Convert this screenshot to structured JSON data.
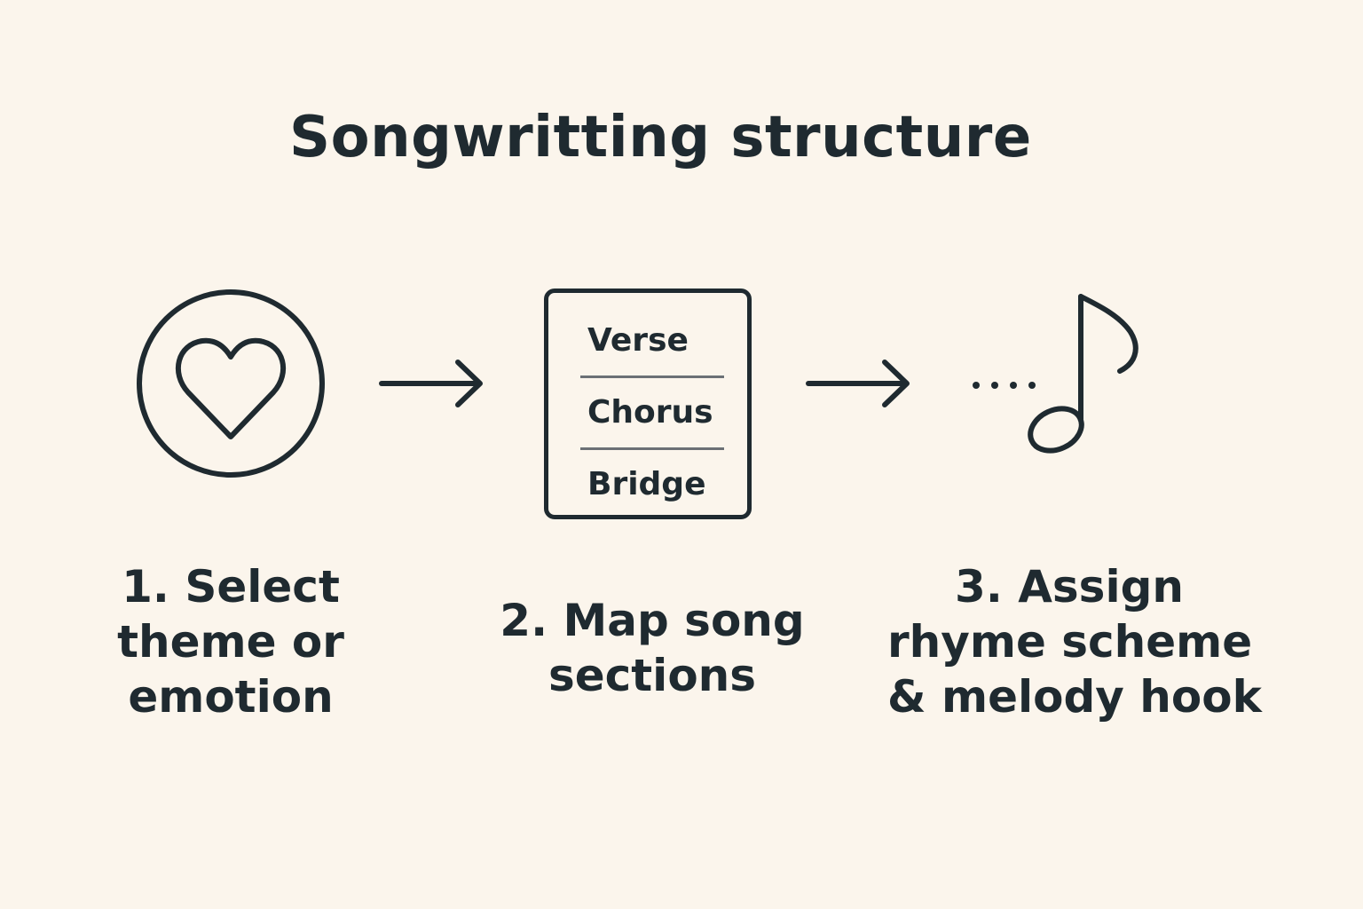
{
  "diagram": {
    "title": "Songwritting structure",
    "steps": [
      {
        "icon": "heart-icon",
        "label_lines": [
          "1. Select",
          "theme or",
          "emotion"
        ]
      },
      {
        "icon": "song-sections-card",
        "card_rows": [
          "Verse",
          "Chorus",
          "Bridge"
        ],
        "label_lines": [
          "2. Map song",
          "sections"
        ]
      },
      {
        "icon": "music-note-icon",
        "label_lines": [
          "3. Assign",
          "rhyme scheme",
          "& melody hook"
        ]
      }
    ],
    "colors": {
      "background": "#fbf5ec",
      "ink": "#1f2a30",
      "divider": "#6b7075"
    }
  }
}
